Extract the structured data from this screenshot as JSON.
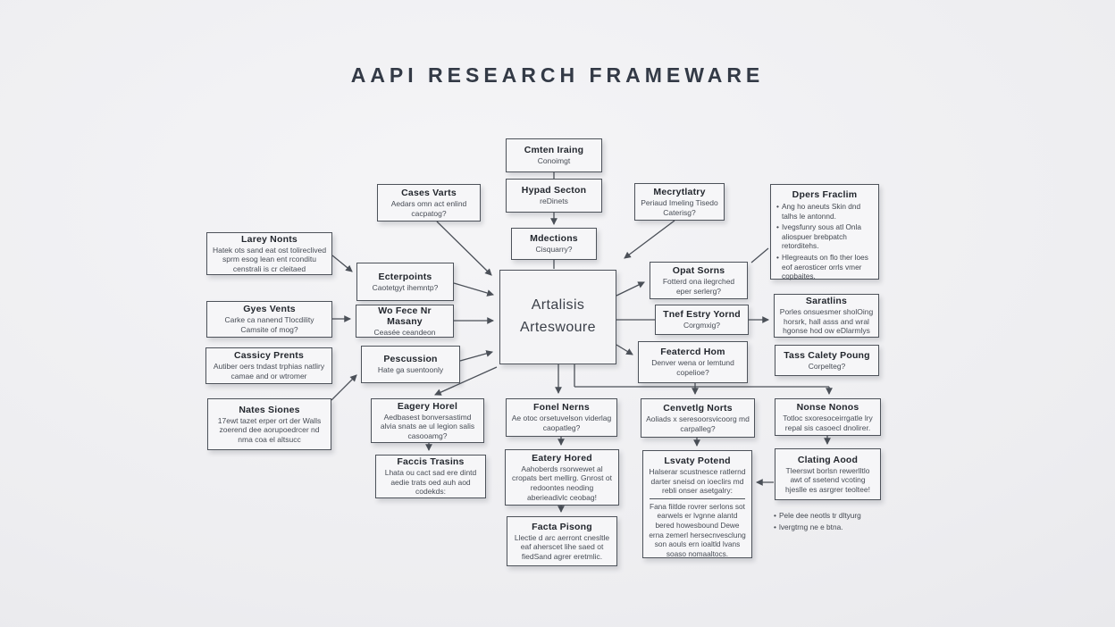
{
  "title": "AAPI RESEARCH FRAMEWARE",
  "colors": {
    "background": "#ededf0",
    "box_fill": "#f6f6f8",
    "box_border": "#4d525a",
    "connector": "#4b5058",
    "title_text": "#333a46",
    "body_text": "#474c55"
  },
  "nodes": {
    "cmten_iraing": {
      "title": "Cmten Iraing",
      "sub": "Conoimgt"
    },
    "hypad_secton": {
      "title": "Hypad Secton",
      "sub": "reDinets"
    },
    "mdections": {
      "title": "Mdections",
      "sub": "Cisquarry?"
    },
    "center": {
      "title": "Artalisis Arteswoure"
    },
    "cases_varts": {
      "title": "Cases Varts",
      "sub": "Aedars omn act enlind cacpatog?"
    },
    "mecrytlatry": {
      "title": "Mecrytlatry",
      "sub": "Periaud Imeling Tisedo Caterisg?"
    },
    "dpers_fraclim": {
      "title": "Dpers Fraclim",
      "bullets": [
        "Ang ho aneuts Skin dnd talhs le antonnd.",
        "Ivegsfunry sous atl Onla aliospuer brebpatch retorditehs.",
        "Hlegreauts on flo ther loes eof aerosticer orrls vmer copbaites."
      ]
    },
    "larey_nonts": {
      "title": "Larey Nonts",
      "sub": "Hatek ots sand eat ost tolireclived sprm esog lean ent rconditu censtrali is cr cleitaed"
    },
    "gyes_vents": {
      "title": "Gyes Vents",
      "sub": "Carke ca nanend Tlocdility Camsite of mog?"
    },
    "cassicy_prents": {
      "title": "Cassicy Prents",
      "sub": "Autiber oers tndast trphias natliry camae and or wtromer"
    },
    "nates_siones": {
      "title": "Nates Siones",
      "sub": "17ewt tazet erper ort der Walls zoerend dee aorupoedrcer nd nma coa el altsucc"
    },
    "ecterpoints": {
      "title": "Ecterpoints",
      "sub": "Caotetgyt ihemntp?"
    },
    "wo_fece": {
      "title": "Wo Fece Nr Masany",
      "sub": "Ceasée ceandeon"
    },
    "pescussion": {
      "title": "Pescussion",
      "sub": "Hate ga suentoonly"
    },
    "opat_sorns": {
      "title": "Opat Sorns",
      "sub": "Fotterd ona ilegrched eper serlerg?"
    },
    "tnef_estry": {
      "title": "Tnef Estry Yornd",
      "sub": "Corgmxig?"
    },
    "featerd_hom": {
      "title": "Featercd Hom",
      "sub": "Denver wena or lemtund copelioe?"
    },
    "saratlins": {
      "title": "Saratlins",
      "sub": "Porles onsuesmer sholOing horsrk, hall asss and wral hgonse hod ow eDlarmlys"
    },
    "tean_calety": {
      "title": "Tass Calety Poung",
      "sub": "Corpelteg?"
    },
    "eagery_horel": {
      "title": "Eagery Horel",
      "sub": "Aedbasest bonversastimd alvia snats ae ul legion salis casooamg?"
    },
    "faccis_trasins": {
      "title": "Faccis Trasins",
      "sub": "Lhata ou cact sad ere dintd aedie trats oed auh aod codekds:"
    },
    "fonel_nerns": {
      "title": "Fonel Nerns",
      "sub": "Ae otoc orsetuvelson viderlag caopatleg?"
    },
    "eatery_hored": {
      "title": "Eatery Hored",
      "sub": "Aahoberds rsorwewet al cropats bert mellirg. Gnrost ot redoontes neoding aberieadivlc ceobag!"
    },
    "facta_pisong": {
      "title": "Facta Pisong",
      "sub": "Llectie d arc aerront cnesltle eaf aherscet lihe saed ot fiedSand agrer eretmlic."
    },
    "cenvetlg_norts": {
      "title": "Cenvetlg Norts",
      "sub": "Aoliads x seresoorsvicoorg md carpalleg?"
    },
    "lsvaty_potend": {
      "title": "Lsvaty Potend",
      "body": "Halserar scustnesce ratlernd darter sneisd on ioeclirs md rebli onser asetgalry:",
      "body2": "Fana fiitlde rovrer serlons sot earwels er lvgnne alantd bered howesbound Dewe erna zemerl hersecnvesclung son aouls ern ioaltld lvans soaso nomaaltocs."
    },
    "nonse_nonos": {
      "title": "Nonse Nonos",
      "sub": "Totloc sxoresoceirrgatle lry repal sis casoecl dnolirer."
    },
    "clating_aood": {
      "title": "Clating Aood",
      "sub": "Tleerswt borlsn rewerlltlo awt of ssetend vcoting hjeslle es asrgrer teoltee!"
    }
  },
  "side_bullets": [
    "Pele dee neotls tr dltyurg",
    "lvergtrng ne e btna."
  ]
}
